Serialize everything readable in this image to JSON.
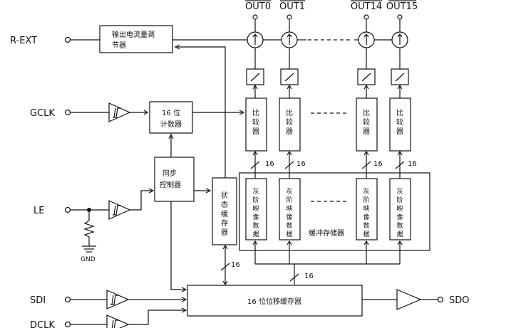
{
  "pins": {
    "rext": "R-EXT",
    "gclk": "GCLK",
    "le": "LE",
    "sdi": "SDI",
    "dclk": "DCLK",
    "gnd": "GND",
    "sdo": "SDO"
  },
  "outputs": [
    "OUT0",
    "OUT1",
    "OUT14",
    "OUT15"
  ],
  "blocks": {
    "current_regulator_line1": "输出电流量调",
    "current_regulator_line2": "节器",
    "counter_line1": "16 位",
    "counter_line2": "计数器",
    "sync_line1": "同步",
    "sync_line2": "控制器",
    "status_latch": [
      "状",
      "态",
      "缓",
      "存",
      "器"
    ],
    "comparator": [
      "比",
      "较",
      "器"
    ],
    "gray_map": [
      "灰",
      "阶",
      "映",
      "像",
      "数",
      "据"
    ],
    "buffer_memory": "缓冲存储器",
    "shift_register": "16 位位移缓存器"
  },
  "bus_widths": {
    "cmp_bus": "16",
    "status_bus": "16",
    "shift_bus": "16"
  }
}
